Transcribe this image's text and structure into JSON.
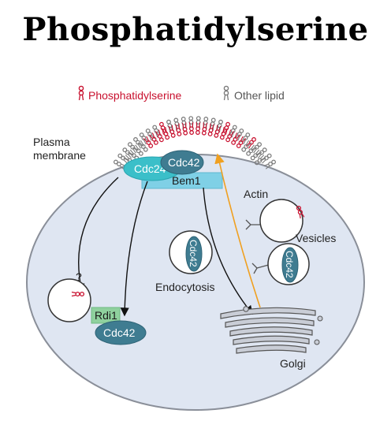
{
  "title": "Phosphatidylserine",
  "legend": {
    "ps_label": "Phosphatidylserine",
    "other_label": "Other lipid"
  },
  "labels": {
    "plasma_membrane_line1": "Plasma",
    "plasma_membrane_line2": "membrane",
    "actin": "Actin",
    "vesicles": "Vesicles",
    "endocytosis": "Endocytosis",
    "golgi": "Golgi",
    "question": "?"
  },
  "proteins": {
    "cdc24": "Cdc24",
    "cdc42_top": "Cdc42",
    "bem1": "Bem1",
    "rdi1": "Rdi1",
    "cdc42_bottom": "Cdc42",
    "cdc42_endo": "Cdc42",
    "cdc42_vesicle": "Cdc42"
  },
  "colors": {
    "ps_red": "#c8102e",
    "other_grey": "#7a7a7a",
    "cell_fill": "#dfe6f2",
    "cdc24_fill": "#3bbfc9",
    "cdc42_fill": "#3f7c91",
    "bem1_fill": "#7fd0e6",
    "rdi1_fill": "#8fd19e",
    "golgi_fill": "#c9cdd6",
    "orange_arrow": "#f0a020"
  }
}
